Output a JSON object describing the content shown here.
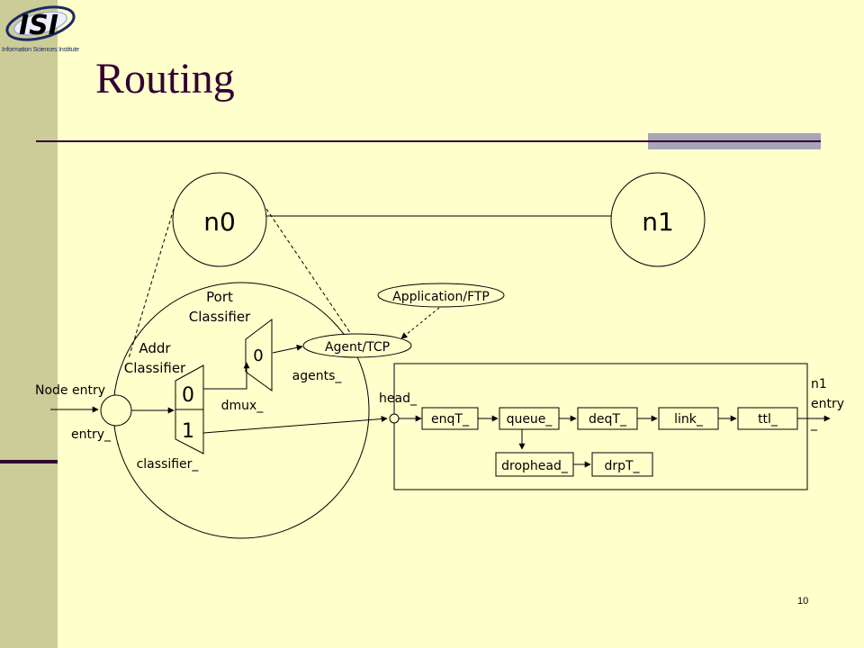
{
  "logo": {
    "mark": "ISI",
    "subtitle": "Information Sciences Institute"
  },
  "slide": {
    "title": "Routing",
    "page_number": "10"
  },
  "diagram": {
    "nodes": {
      "n0": "n0",
      "n1": "n1"
    },
    "port_classifier": {
      "line1": "Port",
      "line2": "Classifier"
    },
    "addr_classifier": {
      "line1": "Addr",
      "line2": "Classifier"
    },
    "application": "Application/FTP",
    "agent": "Agent/TCP",
    "agents_label": "agents_",
    "dmux_label": "dmux_",
    "dmux_slot": "0",
    "classifier_slots": [
      "0",
      "1"
    ],
    "classifier_label": "classifier_",
    "node_entry": "Node entry",
    "entry_label": "entry_",
    "head_label": "head_",
    "link_elements": [
      "enqT_",
      "queue_",
      "deqT_",
      "link_",
      "ttl_"
    ],
    "drop_elements": [
      "drophead_",
      "drpT_"
    ],
    "n1_entry": {
      "line1": "n1",
      "line2": "entry",
      "line3": "_"
    }
  }
}
